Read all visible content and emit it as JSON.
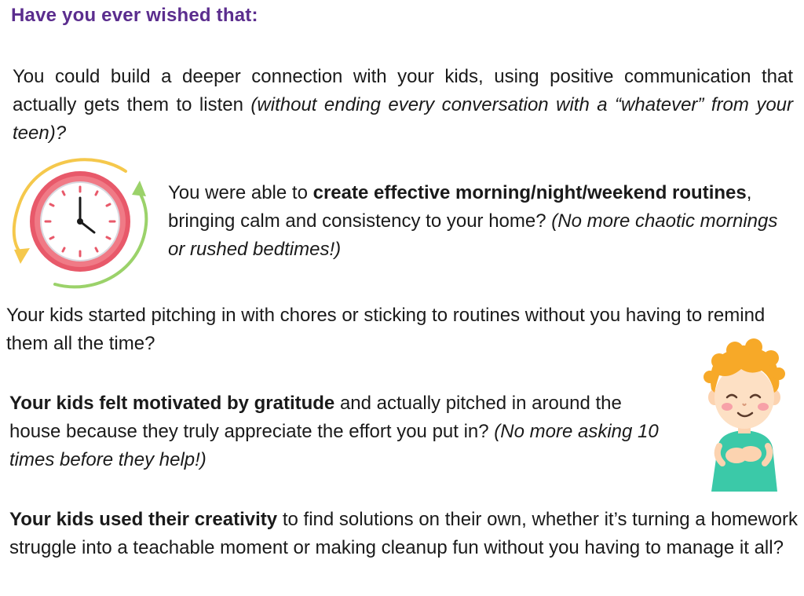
{
  "heading": "Have you ever wished that:",
  "p1": {
    "text": "You could build a deeper connection with your kids, using positive communication that actually gets them to listen ",
    "italic": "(without ending every conversation with a “whatever” from your teen)?"
  },
  "p2": {
    "lead": "You were able to ",
    "bold": "create effective morning/night/weekend routines",
    "text": ", bringing calm and consistency to your home? ",
    "italic": "(No more chaotic mornings or rushed bedtimes!)"
  },
  "p3": {
    "text": "Your kids started pitching in with chores or sticking to routines without you having to remind them all the time?"
  },
  "p4": {
    "bold": "Your kids felt motivated by gratitude",
    "text": " and actually pitched in around the house because they truly appreciate the effort you put in? ",
    "italic": "(No more asking 10 times before they help!)"
  },
  "p5": {
    "bold": "Your kids used their creativity",
    "text": " to find solutions on their own, whether it’s turning a homework struggle into a teachable moment or making cleanup fun without you having to manage it all?"
  },
  "icons": {
    "clock": "clock-icon",
    "boy": "grateful-boy-illustration"
  },
  "colors": {
    "heading": "#5b2d8e",
    "clock_ring": "#e8596a",
    "arrow_yellow": "#f5c84c",
    "arrow_green": "#9bd26a"
  }
}
